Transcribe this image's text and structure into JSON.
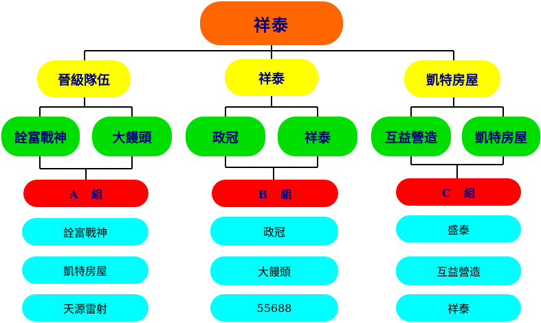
{
  "root": "祥泰",
  "teams": [
    "晉級隊伍",
    "祥泰",
    "凱特房屋"
  ],
  "qualifiers": {
    "team0": [
      "詮富戰神",
      "大饅頭"
    ],
    "team1": [
      "政冠",
      "祥泰"
    ],
    "team2": [
      "互益營造",
      "凱特房屋"
    ]
  },
  "groups": [
    {
      "title": "A 組",
      "members": [
        "詮富戰神",
        "凱特房屋",
        "天源雷射"
      ]
    },
    {
      "title": "B 組",
      "members": [
        "政冠",
        "大饅頭",
        "55688"
      ]
    },
    {
      "title": "C 組",
      "members": [
        "盛泰",
        "互益營造",
        "祥泰"
      ]
    }
  ],
  "colors": {
    "root": "#ff6600",
    "team": "#ffff00",
    "qualifier": "#00dd00",
    "group_header": "#ff0000",
    "member": "#00ffff",
    "text_navy": "#000080",
    "connector": "#000000"
  }
}
